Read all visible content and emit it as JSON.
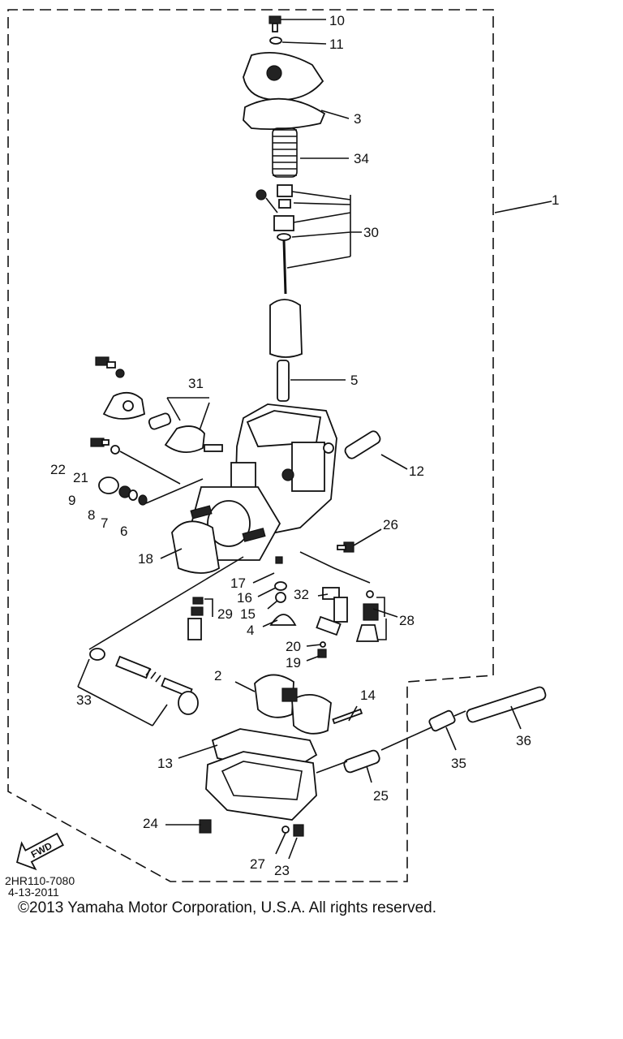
{
  "callouts": {
    "n1": "1",
    "n2": "2",
    "n3": "3",
    "n4": "4",
    "n5": "5",
    "n6": "6",
    "n7": "7",
    "n8": "8",
    "n9": "9",
    "n10": "10",
    "n11": "11",
    "n12": "12",
    "n13": "13",
    "n14": "14",
    "n15": "15",
    "n16": "16",
    "n17": "17",
    "n18": "18",
    "n19": "19",
    "n20": "20",
    "n21": "21",
    "n22": "22",
    "n23": "23",
    "n24": "24",
    "n25": "25",
    "n26": "26",
    "n27": "27",
    "n28": "28",
    "n29": "29",
    "n30": "30",
    "n31": "31",
    "n32": "32",
    "n33": "33",
    "n34": "34",
    "n35": "35",
    "n36": "36"
  },
  "fwd_label": "FWD",
  "drawing_code": "2HR110-7080",
  "drawing_date": "4-13-2011",
  "copyright": "©2013 Yamaha Motor Corporation, U.S.A. All rights reserved."
}
